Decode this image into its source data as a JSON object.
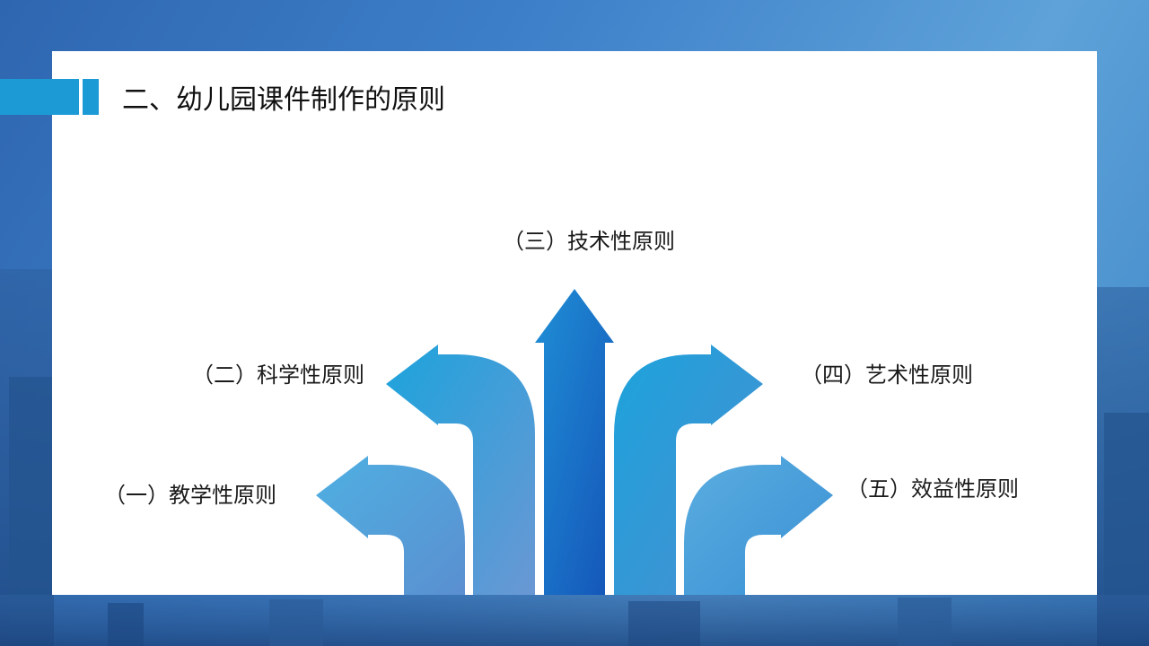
{
  "slide": {
    "title": "二、幼儿园课件制作的原则"
  },
  "principles": [
    {
      "label": "（一）教学性原则",
      "arrow_direction": "left",
      "color": "#4a9fd6"
    },
    {
      "label": "（二）科学性原则",
      "arrow_direction": "left",
      "color": "#2a9ad8"
    },
    {
      "label": "（三）技术性原则",
      "arrow_direction": "up",
      "color": "#1466c4"
    },
    {
      "label": "（四）艺术性原则",
      "arrow_direction": "right",
      "color": "#2a9ad8"
    },
    {
      "label": "（五）效益性原则",
      "arrow_direction": "right",
      "color": "#4a9fd6"
    }
  ],
  "colors": {
    "accent": "#1c9ad6",
    "panel": "#ffffff",
    "background": "#3d7fc9"
  }
}
